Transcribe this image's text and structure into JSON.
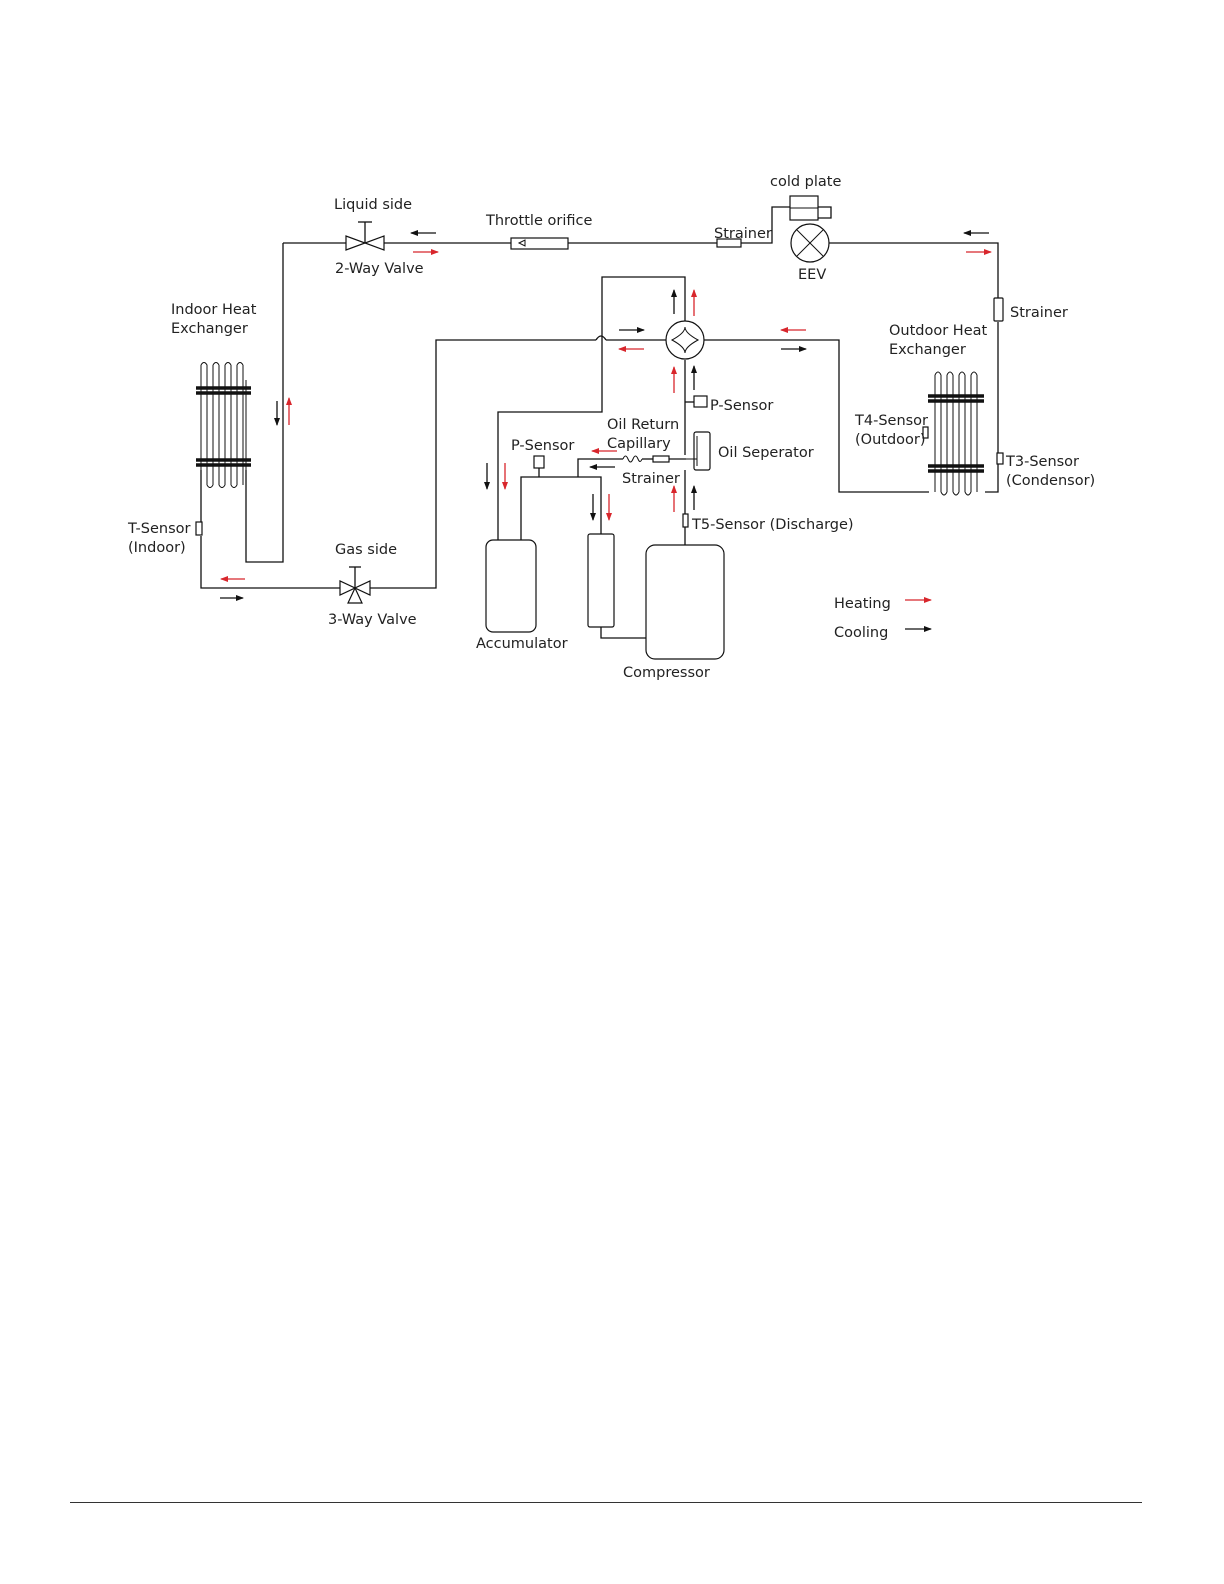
{
  "labels": {
    "liquid_side": "Liquid side",
    "two_way_valve": "2-Way Valve",
    "throttle_orifice": "Throttle orifice",
    "cold_plate": "cold plate",
    "strainer_top": "Strainer",
    "eev": "EEV",
    "strainer_right": "Strainer",
    "indoor_hx_line1": "Indoor Heat",
    "indoor_hx_line2": "Exchanger",
    "outdoor_hx_line1": "Outdoor Heat",
    "outdoor_hx_line2": "Exchanger",
    "p_sensor_discharge": "P-Sensor",
    "p_sensor_suction": "P-Sensor",
    "oil_return_line1": "Oil Return",
    "oil_return_line2": "Capillary",
    "oil_separator": "Oil Seperator",
    "strainer_oil": "Strainer",
    "t4_sensor_line1": "T4-Sensor",
    "t4_sensor_line2": "(Outdoor)",
    "t3_sensor_line1": "T3-Sensor",
    "t3_sensor_line2": "(Condensor)",
    "t5_sensor": "T5-Sensor (Discharge)",
    "t_sensor_line1": "T-Sensor",
    "t_sensor_line2": "(Indoor)",
    "gas_side": "Gas side",
    "three_way_valve": "3-Way Valve",
    "accumulator": "Accumulator",
    "compressor": "Compressor"
  },
  "legend": {
    "heating": "Heating",
    "cooling": "Cooling",
    "heating_color": "#d8262c",
    "cooling_color": "#111111"
  }
}
